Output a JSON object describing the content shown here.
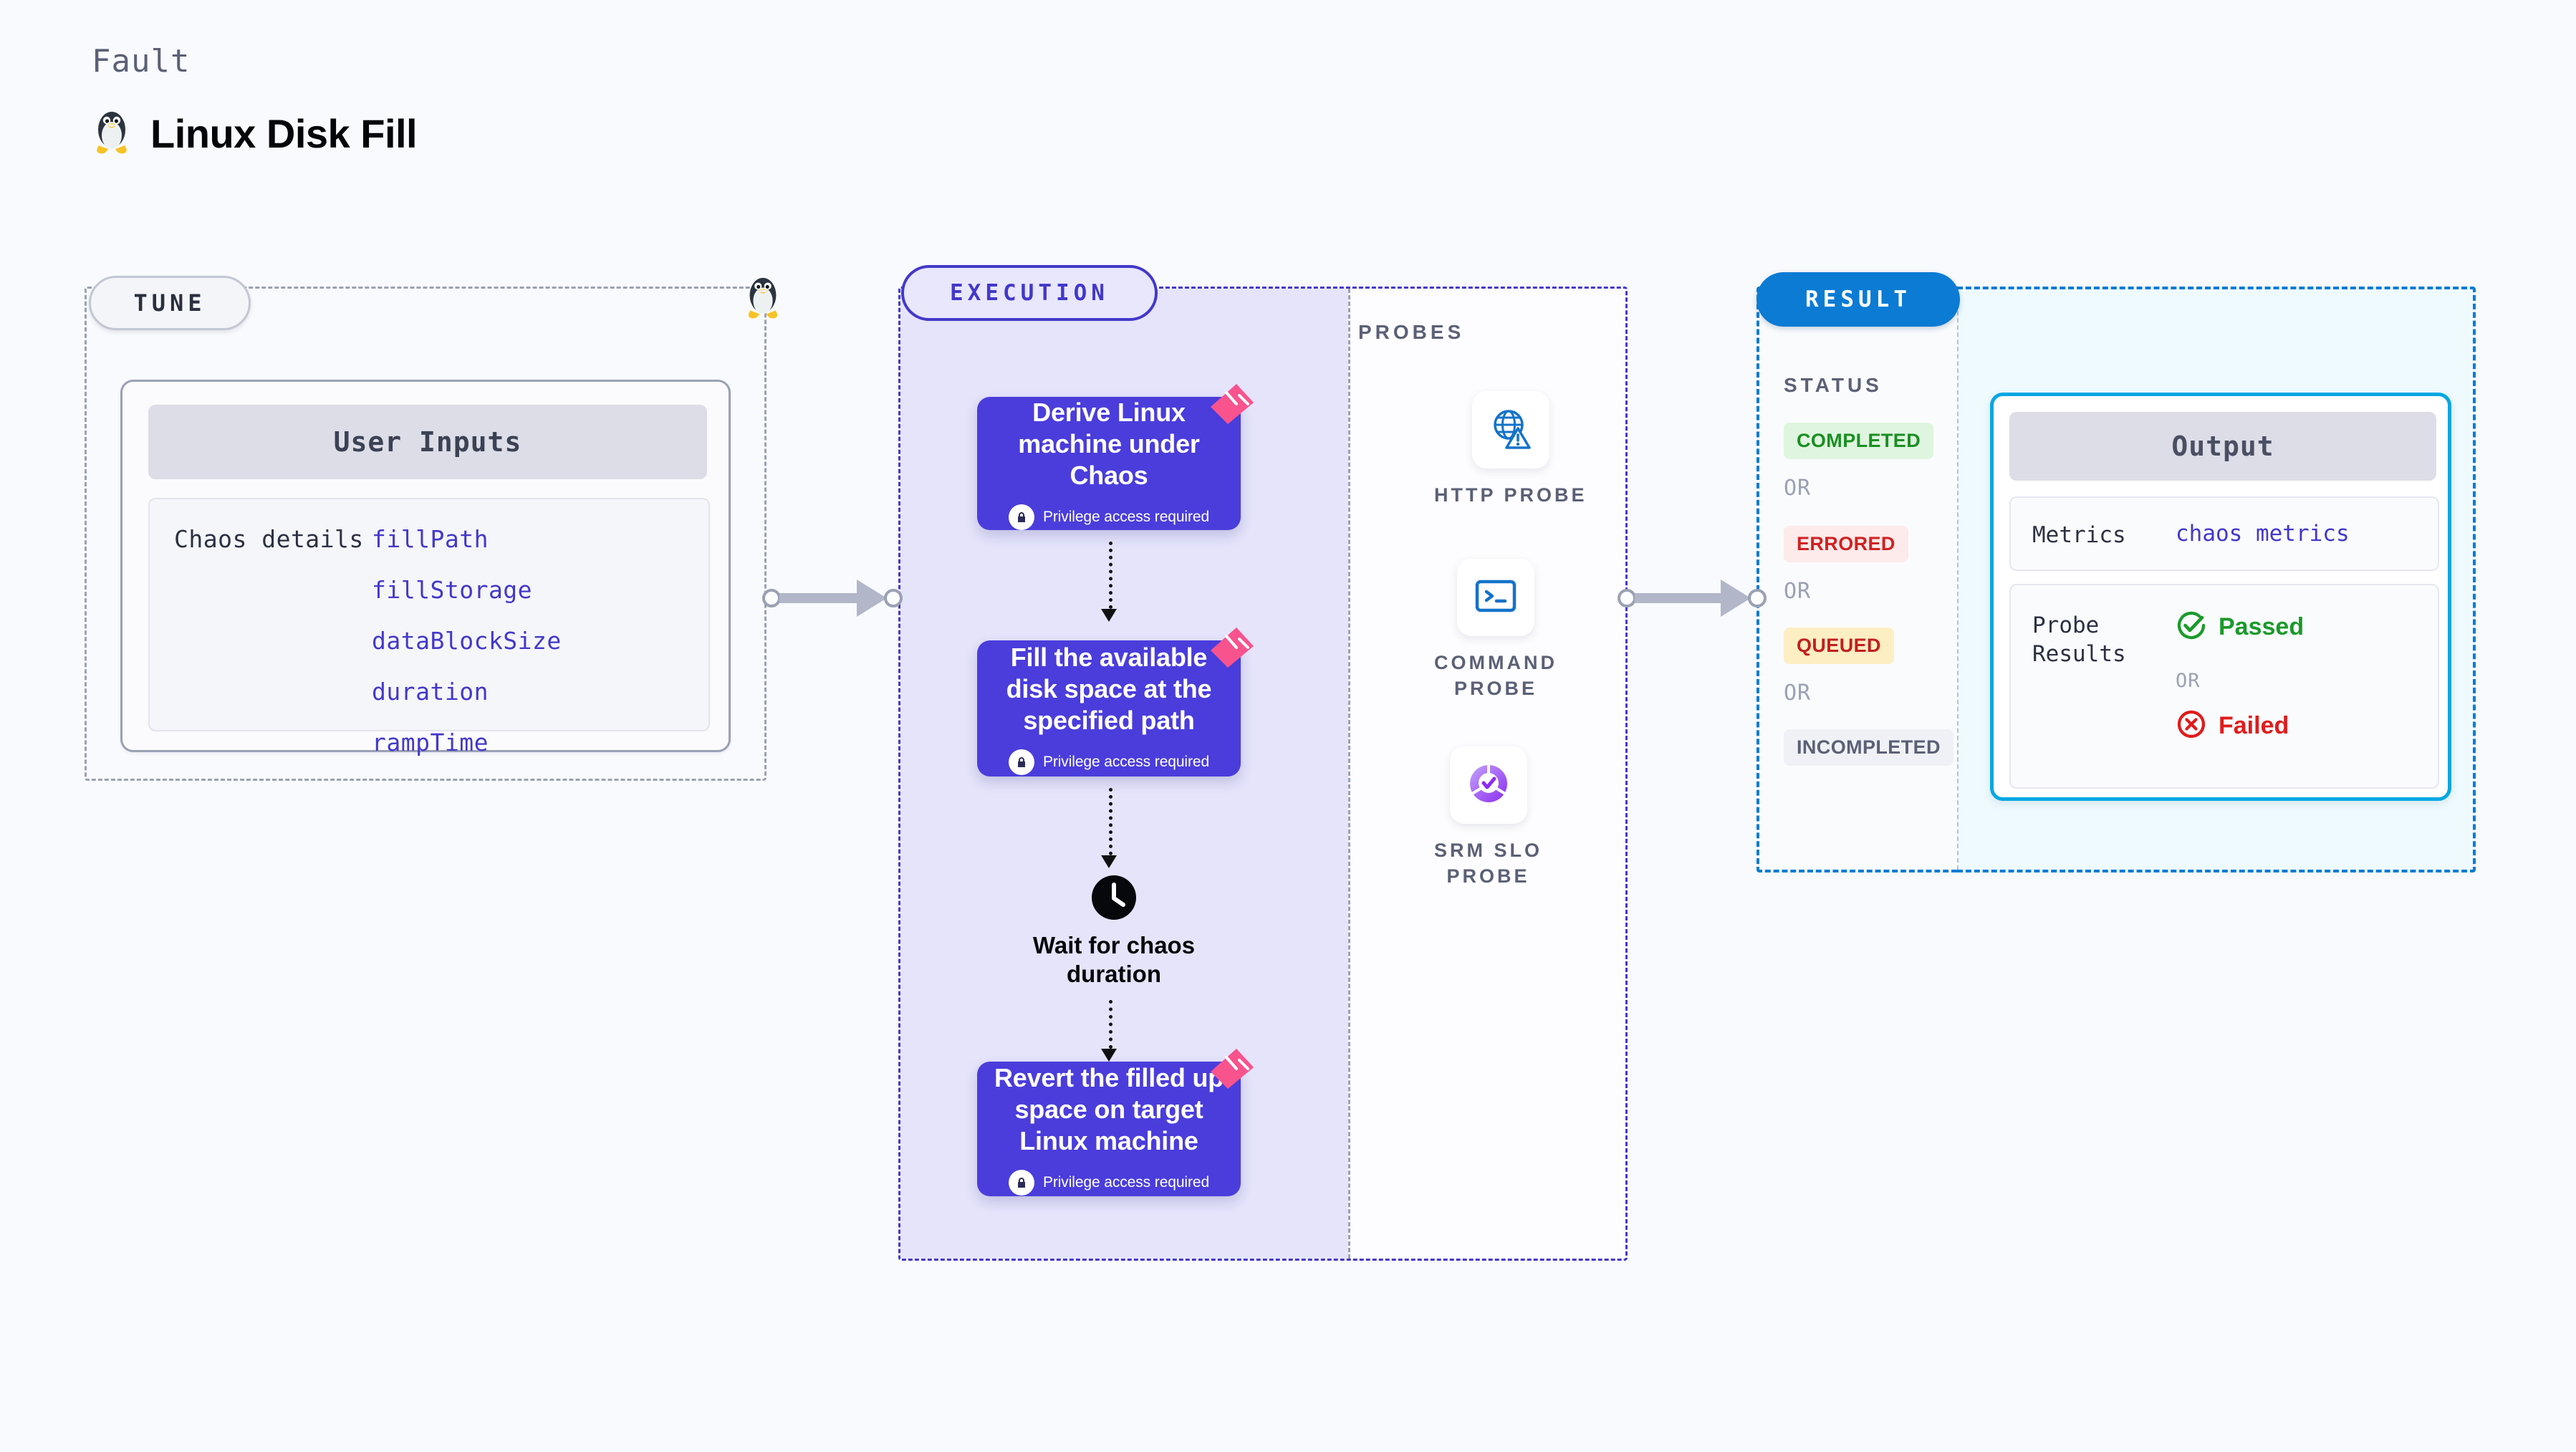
{
  "header": {
    "eyebrow": "Fault",
    "title": "Linux Disk Fill",
    "icon": "linux-penguin-icon"
  },
  "tune": {
    "pill_label": "TUNE",
    "card_title": "User Inputs",
    "row_label": "Chaos details",
    "params": [
      "fillPath",
      "fillStorage",
      "dataBlockSize",
      "duration",
      "rampTime"
    ],
    "border_icon": "linux-penguin-icon"
  },
  "execution": {
    "pill_label": "EXECUTION",
    "privilege_note": "Privilege access required",
    "steps": [
      {
        "title": "Derive Linux machine under Chaos",
        "privileged": true,
        "flagged": true
      },
      {
        "title": "Fill the available disk space at the specified path",
        "privileged": true,
        "flagged": true
      }
    ],
    "wait": {
      "label": "Wait for chaos duration",
      "icon": "clock-icon"
    },
    "final_step": {
      "title": "Revert the filled up space on target Linux machine",
      "privileged": true,
      "flagged": true
    }
  },
  "probes": {
    "section_label": "PROBES",
    "items": [
      {
        "label": "HTTP PROBE",
        "icon": "globe-warning-icon"
      },
      {
        "label": "COMMAND\nPROBE",
        "icon": "terminal-icon"
      },
      {
        "label": "SRM SLO\nPROBE",
        "icon": "slo-donut-check-icon"
      }
    ]
  },
  "result": {
    "pill_label": "RESULT",
    "status_label": "STATUS",
    "or_label": "OR",
    "statuses": [
      {
        "label": "COMPLETED",
        "color": "#1a8f23",
        "bg": "#dff5df"
      },
      {
        "label": "ERRORED",
        "color": "#cf2222",
        "bg": "#fdeaea"
      },
      {
        "label": "QUEUED",
        "color": "#c21f1f",
        "bg": "#fdeec4"
      },
      {
        "label": "INCOMPLETED",
        "color": "#5b6076",
        "bg": "#eff1f6"
      }
    ],
    "output": {
      "header": "Output",
      "metrics_key": "Metrics",
      "metrics_value": "chaos metrics",
      "probe_results_key": "Probe\nResults",
      "passed_label": "Passed",
      "failed_label": "Failed",
      "or_label": "OR",
      "passed_icon": "check-circle-icon",
      "failed_icon": "x-circle-icon"
    }
  },
  "colors": {
    "accent_purple": "#4338ca",
    "card_purple": "#4a3ddb",
    "accent_blue": "#0b7bd4",
    "output_border": "#05a7e3",
    "flag_pink": "#f8538d",
    "pass_green": "#1a9a2a",
    "fail_red": "#e01b1b"
  }
}
